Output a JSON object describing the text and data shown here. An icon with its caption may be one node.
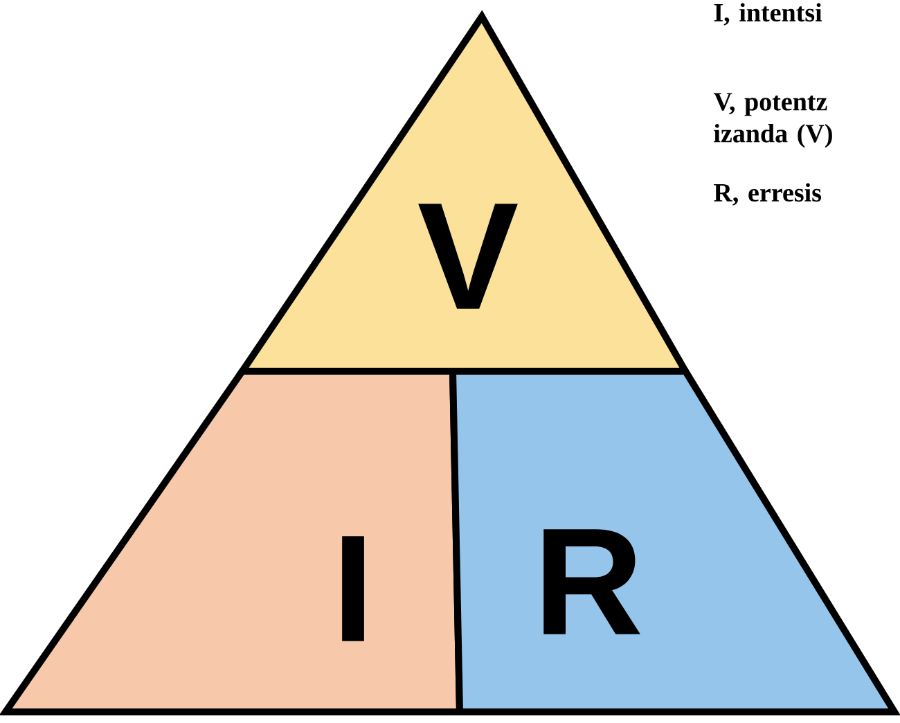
{
  "diagram": {
    "nodes": [
      {
        "text": [
          "V"
        ]
      },
      {
        "text": [
          "I"
        ]
      },
      {
        "text": [
          "R"
        ]
      }
    ],
    "labels": [
      "I, intentsi",
      "V, potentz izanda (V)",
      "R, erresis"
    ]
  }
}
